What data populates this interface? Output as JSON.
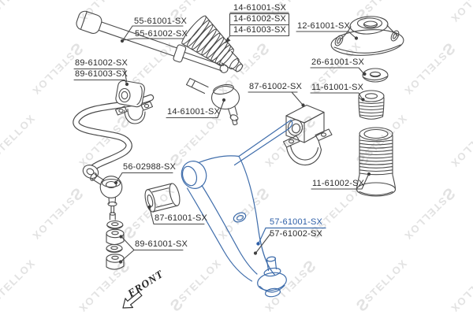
{
  "watermark": {
    "text": "STELLOX",
    "logo": "S",
    "color": "#e2e2e2"
  },
  "diagram": {
    "front_label": "FRONT",
    "colors": {
      "line": "#4a4a4a",
      "highlight_text": "#2d5ea7",
      "arm_line": "#3f6dab",
      "watermark": "#e2e2e2"
    },
    "selected_part": "57-61001-SX",
    "labels": [
      {
        "text": "55-61001-SX"
      },
      {
        "text": "55-61002-SX"
      },
      {
        "text": "14-61001-SX"
      },
      {
        "text": "14-61002-SX"
      },
      {
        "text": "14-61003-SX"
      },
      {
        "text": "12-61001-SX"
      },
      {
        "text": "26-61001-SX"
      },
      {
        "text": "11-61001-SX"
      },
      {
        "text": "87-61002-SX"
      },
      {
        "text": "14-61001-SX"
      },
      {
        "text": "89-61002-SX"
      },
      {
        "text": "89-61003-SX"
      },
      {
        "text": "11-61002-SX"
      },
      {
        "text": "56-02988-SX"
      },
      {
        "text": "87-61001-SX"
      },
      {
        "text": "89-61001-SX"
      },
      {
        "text": "57-61001-SX",
        "highlighted": true
      },
      {
        "text": "57-61002-SX"
      }
    ]
  }
}
